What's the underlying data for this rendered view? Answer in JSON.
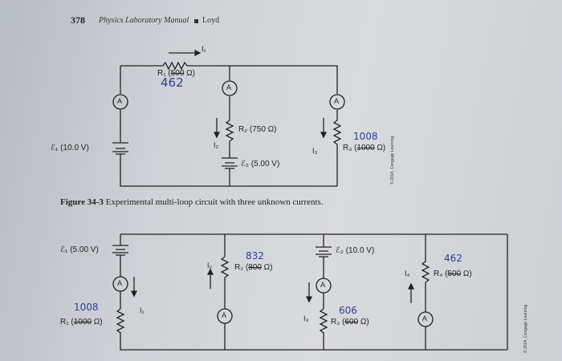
{
  "header": {
    "page_number": "378",
    "book_title": "Physics Laboratory Manual",
    "author": "Loyd"
  },
  "figure1": {
    "caption_label": "Figure 34-3",
    "caption_text": "Experimental multi-loop circuit with three unknown currents.",
    "emf1": "ℰ₁ (10.0 V)",
    "emf2": "ℰ₂ (5.00 V)",
    "r1_label": "R₁ (",
    "r1_struck": "500",
    "r1_unit": " Ω)",
    "r1_hand": "462",
    "r2_label": "R₂ (750 Ω)",
    "r3_label": "R₃ (",
    "r3_struck": "1000",
    "r3_unit": " Ω)",
    "r3_hand": "1008",
    "i1": "I₁",
    "i2": "I₂",
    "i3": "I₃",
    "ammeter": "A",
    "credit": "© 2014, Cengage Learning"
  },
  "figure2": {
    "emf1": "ℰ₁ (5.00 V)",
    "emf2": "ℰ₂ (10.0 V)",
    "r1_label": "R₁ (",
    "r1_struck": "1000",
    "r1_unit": " Ω)",
    "r1_hand": "1008",
    "r2_label": "R₂ (",
    "r2_struck": "800",
    "r2_unit": " Ω)",
    "r2_hand": "832",
    "r3_label": "R₃ (",
    "r3_struck": "600",
    "r3_unit": " Ω)",
    "r3_hand": "606",
    "r4_label": "R₄ (",
    "r4_struck": "500",
    "r4_unit": " Ω)",
    "r4_hand": "462",
    "i1": "I₁",
    "i2": "I₂",
    "i3": "I₃",
    "i4": "I₄",
    "ammeter": "A",
    "credit": "© 2014, Cengage Learning"
  }
}
